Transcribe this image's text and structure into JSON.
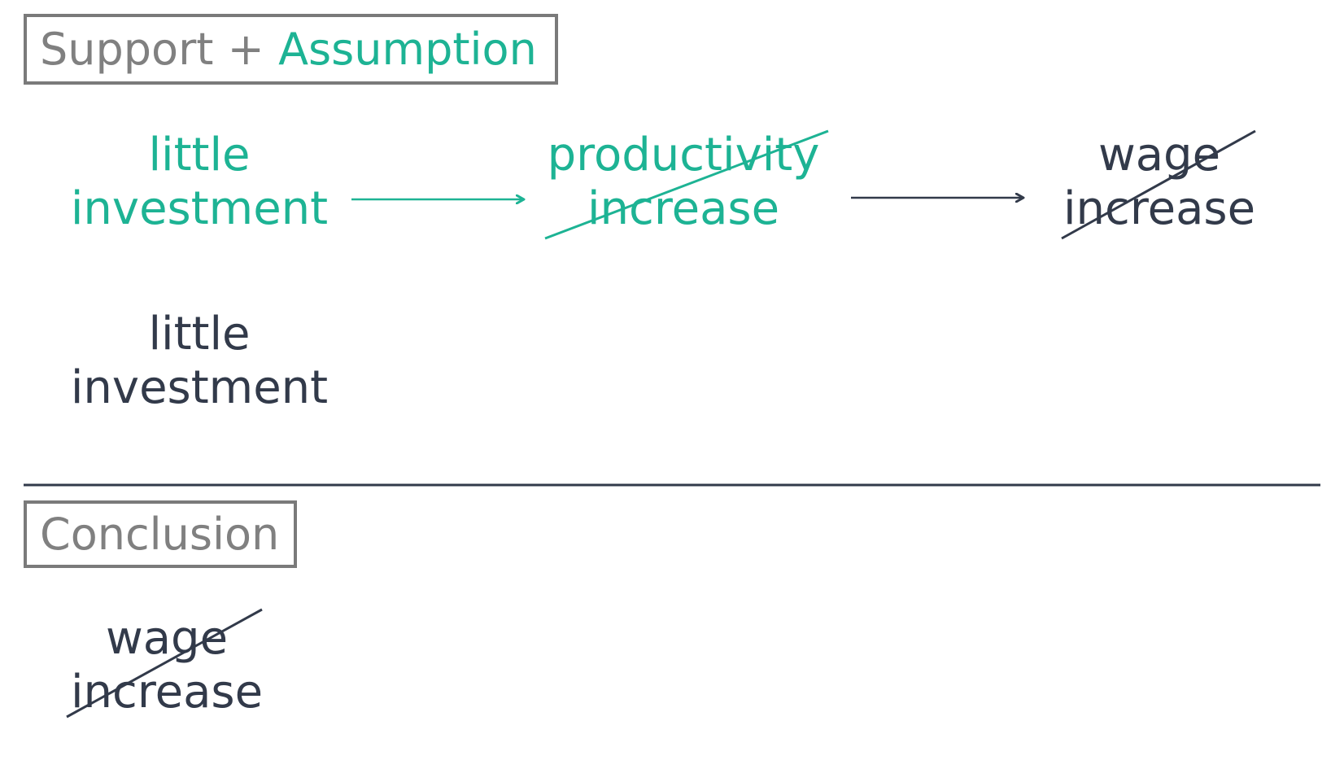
{
  "header": {
    "support": "Support",
    "plus": "+",
    "assumption": "Assumption"
  },
  "premise_chain": [
    {
      "line1": "little",
      "line2": "investment",
      "crossed": false
    },
    {
      "line1": "productivity",
      "line2": "increase",
      "crossed": true
    },
    {
      "line1": "wage",
      "line2": "increase",
      "crossed": true
    }
  ],
  "support_statement": {
    "line1": "little",
    "line2": "investment"
  },
  "conclusion": {
    "label": "Conclusion",
    "line1": "wage",
    "line2": "increase",
    "crossed": true
  },
  "colors": {
    "teal": "#1db394",
    "dark": "#323a4a",
    "gray": "#808080"
  }
}
